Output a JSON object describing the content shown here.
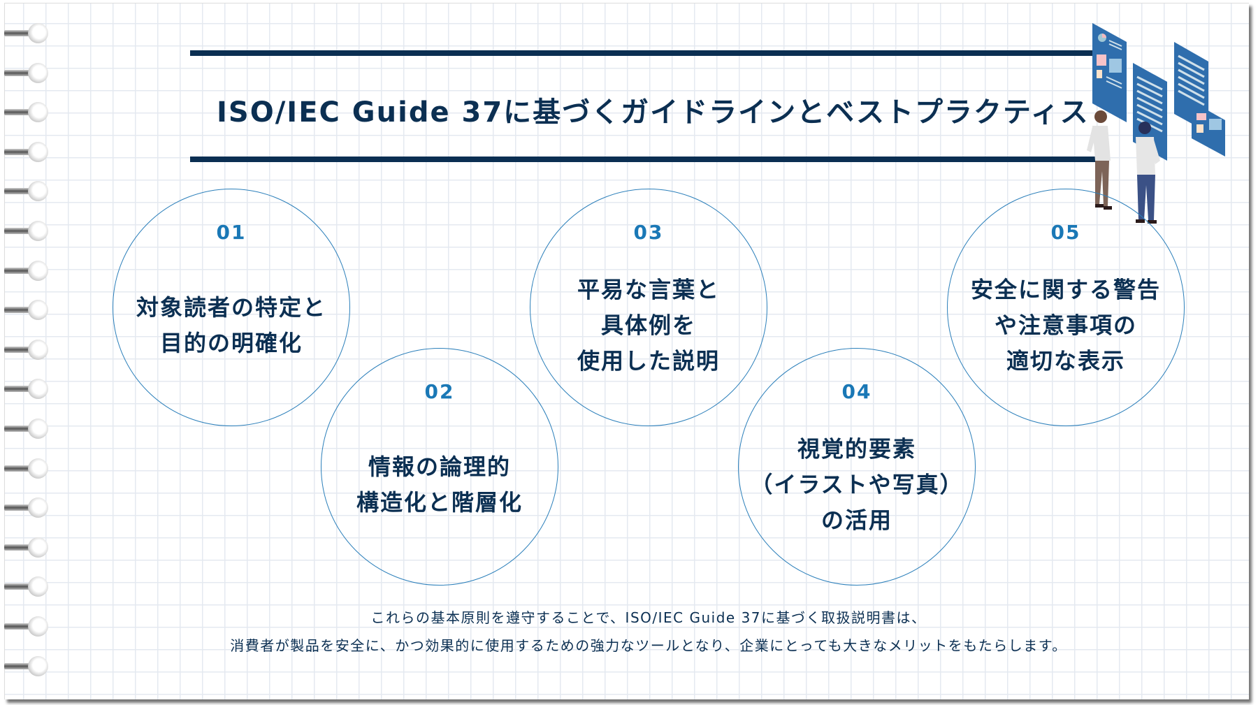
{
  "title": "ISO/IEC Guide 37に基づくガイドラインとベストプラクティス",
  "colors": {
    "navy": "#0b2f52",
    "accent_blue": "#1a78b6",
    "circle_stroke": "#2b7fba",
    "grid": "#e4e9f0"
  },
  "icons": [
    "notebook-spiral-ring",
    "people-viewing-documents-illustration"
  ],
  "items": [
    {
      "number": "01",
      "lines": [
        "対象読者の特定と",
        "目的の明確化"
      ]
    },
    {
      "number": "02",
      "lines": [
        "情報の論理的",
        "構造化と階層化"
      ]
    },
    {
      "number": "03",
      "lines": [
        "平易な言葉と",
        "具体例を",
        "使用した説明"
      ]
    },
    {
      "number": "04",
      "lines": [
        "視覚的要素",
        "（イラストや写真）",
        "の活用"
      ]
    },
    {
      "number": "05",
      "lines": [
        "安全に関する警告",
        "や注意事項の",
        "適切な表示"
      ]
    }
  ],
  "footer": {
    "line1": "これらの基本原則を遵守することで、ISO/IEC Guide 37に基づく取扱説明書は、",
    "line2": "消費者が製品を安全に、かつ効果的に使用するための強力なツールとなり、企業にとっても大きなメリットをもたらします。"
  }
}
